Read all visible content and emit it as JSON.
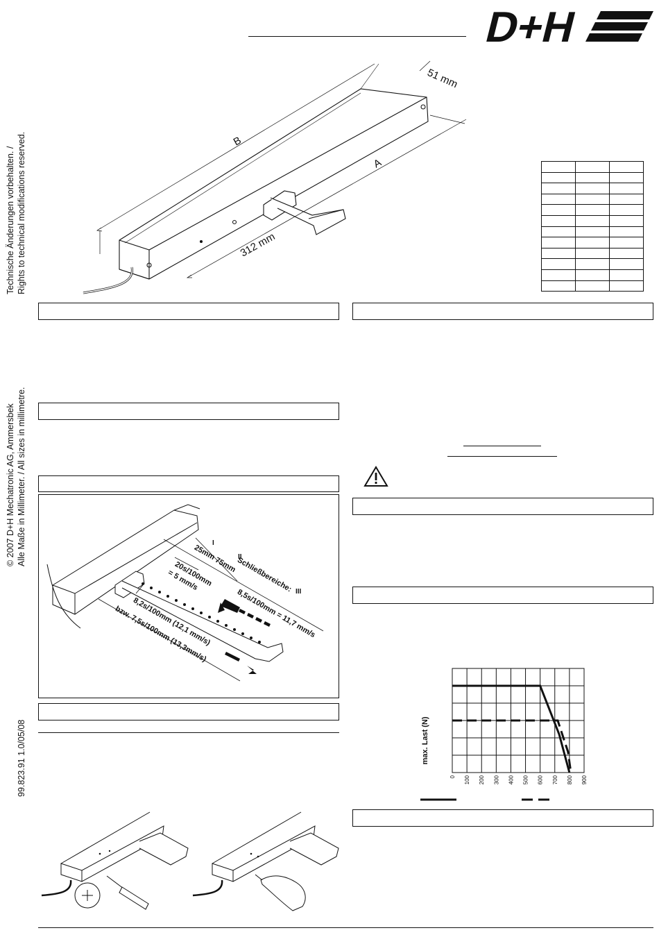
{
  "brand": {
    "logo_text": "D+H"
  },
  "side_text": {
    "rights_de": "Technische Änderungen vorbehalten. /",
    "rights_en": "Rights to technical modifications reserved.",
    "copyright": "© 2007 D+H Mechatronic AG, Ammersbek",
    "sizes": "Alle Maße in Millimeter. / All sizes in millimetre.",
    "doc_number": "99.823.91  1.0/05/08"
  },
  "main_drawing": {
    "dim_51": "51 mm",
    "dim_312": "312 mm",
    "label_a": "A",
    "label_b": "B"
  },
  "closing_figure": {
    "roman_1": "I",
    "roman_2": "II",
    "roman_3": "III",
    "closing_ranges": "Schließbereiche:",
    "dim_25": "25mm",
    "dim_75": "75mm",
    "speed_1": "20s/100mm",
    "speed_1b": "= 5 mm/s",
    "speed_2": "8,5s/100mm = 11,7 mm/s",
    "speed_3": "8,2s/100mm (12,1 mm/s)",
    "speed_4": "bzw. 7,5s/100mm (13,3mm/s)"
  },
  "chart_data": {
    "type": "line",
    "ylabel": "max. Last (N)",
    "x_ticks": [
      "0",
      "100",
      "200",
      "300",
      "400",
      "500",
      "600",
      "700",
      "800",
      "900"
    ],
    "xlim": [
      0,
      900
    ],
    "grid": true,
    "series": [
      {
        "style": "solid",
        "x": [
          0,
          600,
          730,
          800
        ],
        "y": [
          5,
          5,
          2.2,
          0
        ]
      },
      {
        "style": "dashed",
        "x": [
          0,
          720,
          790,
          810
        ],
        "y": [
          3,
          3,
          1.2,
          0
        ]
      }
    ],
    "ylim": [
      0,
      6
    ]
  },
  "colors": {
    "ink": "#111111",
    "paper": "#ffffff"
  },
  "icons": {
    "warning": "warning-triangle-icon"
  }
}
